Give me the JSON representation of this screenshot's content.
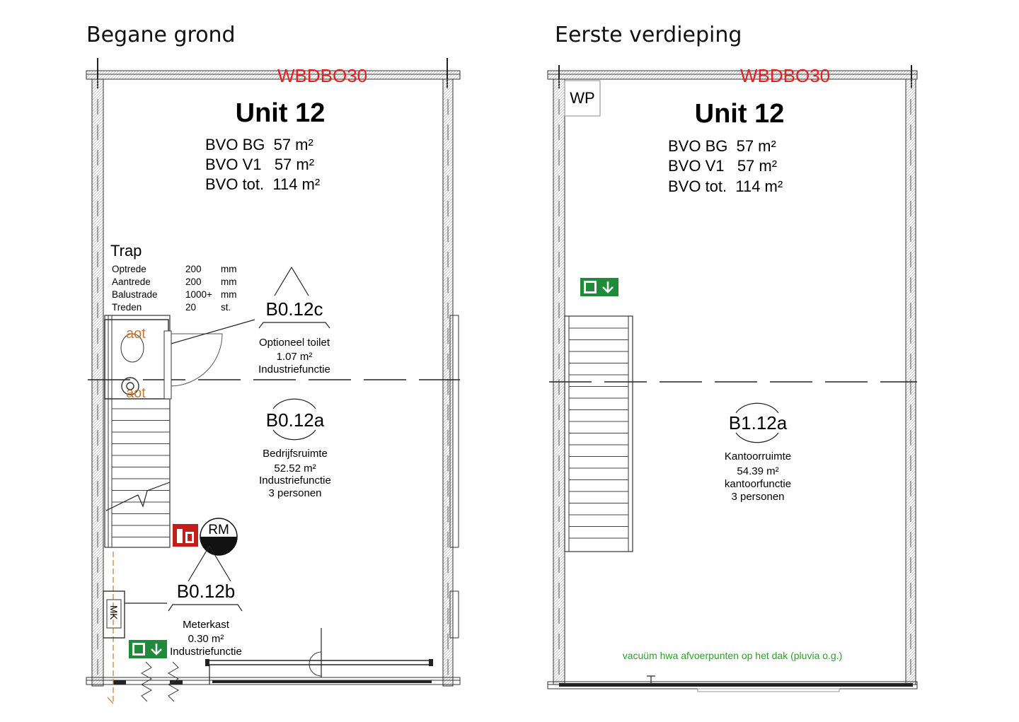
{
  "left": {
    "heading": "Begane grond",
    "fire_rating": "WBDBO30",
    "unit_title": "Unit 12",
    "bvo_lines": [
      "BVO BG  57 m²",
      "BVO V1   57 m²",
      "BVO tot.  114 m²"
    ],
    "stair": {
      "title": "Trap",
      "rows": [
        {
          "label": "Optrede",
          "value": "200",
          "unit": "mm"
        },
        {
          "label": "Aantrede",
          "value": "200",
          "unit": "mm"
        },
        {
          "label": "Balustrade",
          "value": "1000+",
          "unit": "mm"
        },
        {
          "label": "Treden",
          "value": "20",
          "unit": "st."
        }
      ],
      "aot_label_1": "aot",
      "aot_label_2": "aot"
    },
    "rooms": {
      "b012c": {
        "code": "B0.12c",
        "name": "Optioneel toilet",
        "area": "1.07 m²",
        "function": "Industriefunctie"
      },
      "b012a": {
        "code": "B0.12a",
        "name": "Bedrijfsruimte",
        "area": "52.52 m²",
        "function": "Industriefunctie",
        "persons": "3 personen"
      },
      "b012b": {
        "code": "B0.12b",
        "name": "Meterkast",
        "area": "0.30 m²",
        "function": "Industriefunctie"
      }
    },
    "rm_label": "RM",
    "mk_label": "MK"
  },
  "right": {
    "heading": "Eerste verdieping",
    "fire_rating": "WBDBO30",
    "wp_label": "WP",
    "unit_title": "Unit 12",
    "bvo_lines": [
      "BVO BG  57 m²",
      "BVO V1   57 m²",
      "BVO tot.  114 m²"
    ],
    "rooms": {
      "b112a": {
        "code": "B1.12a",
        "name": "Kantoorruimte",
        "area": "54.39 m²",
        "function": "kantoorfunctie",
        "persons": "3 personen"
      }
    },
    "note": "vacuüm hwa afvoerpunten op het dak (pluvia o.g.)"
  },
  "colors": {
    "fire_rating": "#e32020",
    "exit_sign": "#1f8a3a",
    "extinguisher": "#c0201b",
    "aot": "#c77a2e",
    "note": "#2aa02a"
  }
}
